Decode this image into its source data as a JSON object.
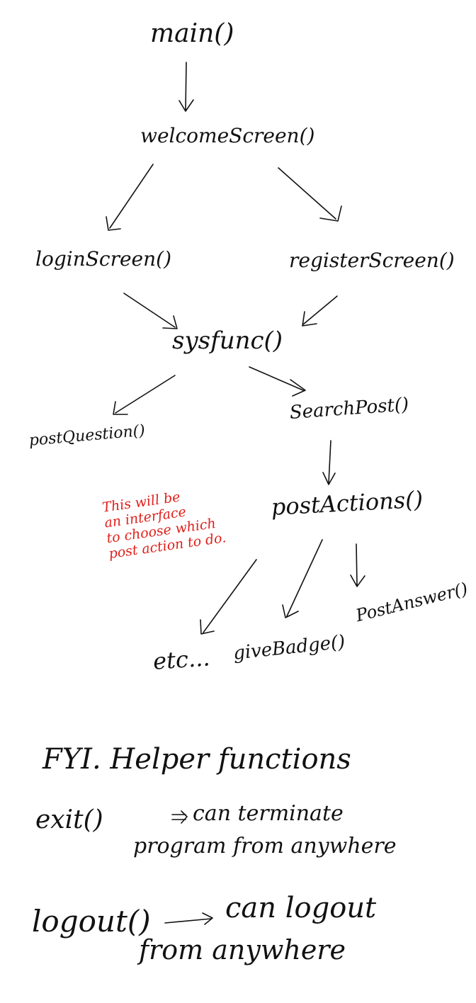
{
  "nodes": {
    "main": "main()",
    "welcome": "welcomeScreen()",
    "login": "loginScreen()",
    "register": "registerScreen()",
    "sysfunc": "sysfunc()",
    "postQuestion": "postQuestion()",
    "searchPost": "SearchPost()",
    "postActions": "postActions()",
    "etc": "etc...",
    "giveBadge": "giveBadge()",
    "postAnswer": "PostAnswer()"
  },
  "note": {
    "lines": [
      "This will be",
      "an interface",
      "to choose which",
      "post action to do."
    ],
    "color": "#e0201b"
  },
  "helpers": {
    "heading": "FYI. Helper functions",
    "exit_name": "exit()",
    "exit_desc_1": "can terminate",
    "exit_desc_2": "program from anywhere",
    "logout_name": "logout()",
    "logout_desc_1": "can logout",
    "logout_desc_2": "from anywhere"
  }
}
